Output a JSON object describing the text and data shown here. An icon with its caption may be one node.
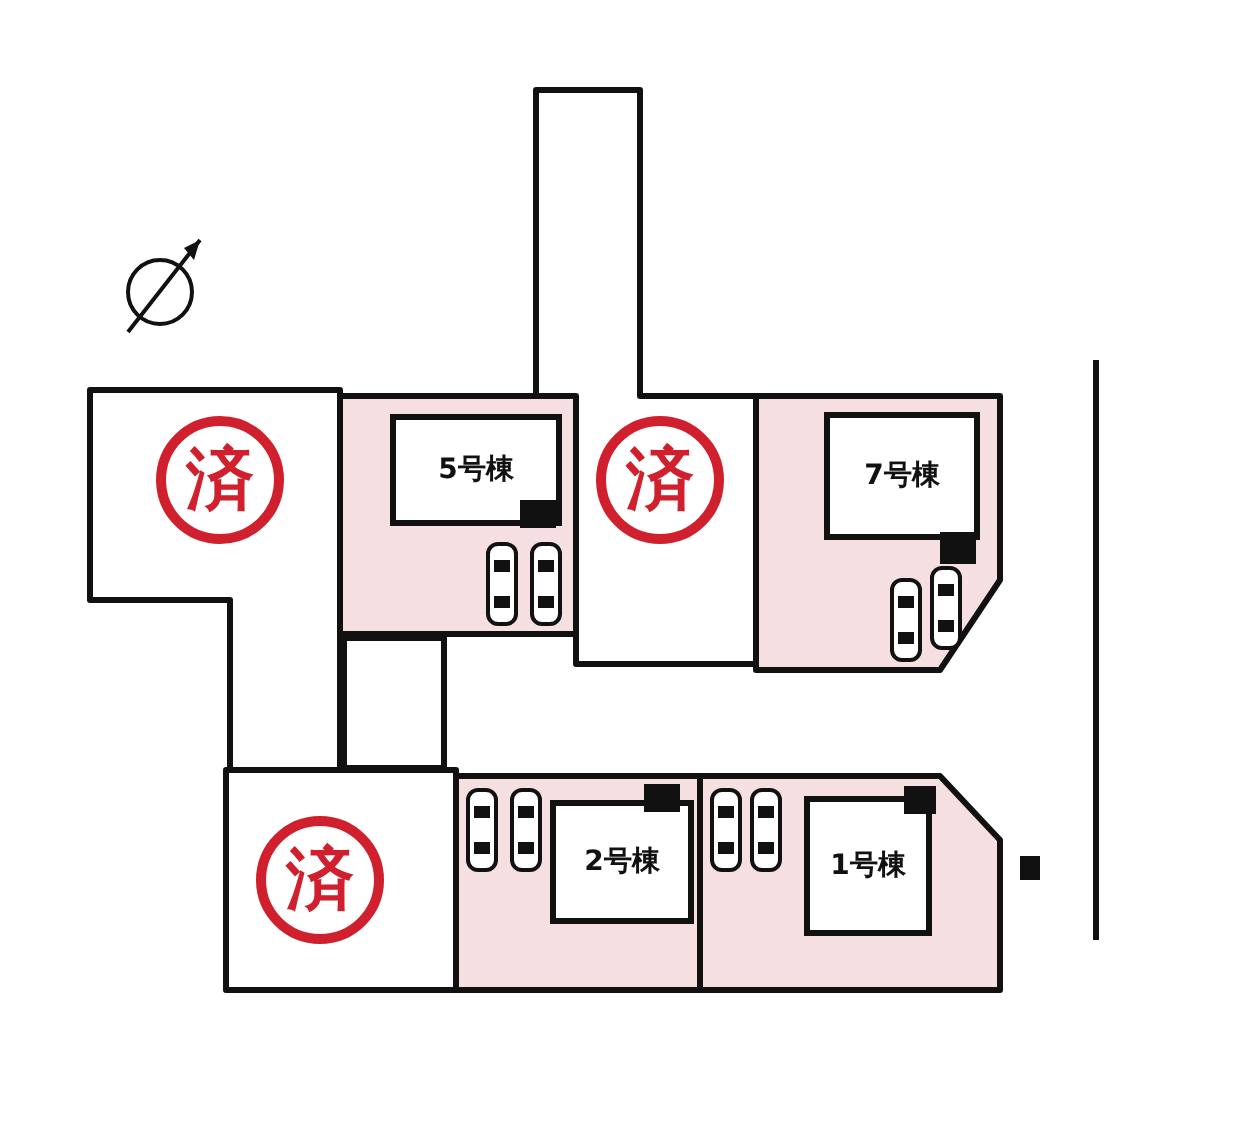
{
  "diagram": {
    "nodes": [
      {
        "text": [],
        "shape": "box"
      },
      {
        "text": [
          "済"
        ],
        "in": 0
      },
      {
        "text": [],
        "shape": "box"
      },
      {
        "text": [
          "5号棟"
        ],
        "in": 2
      },
      {
        "text": [],
        "shape": "box"
      },
      {
        "text": [
          "済"
        ],
        "in": 4
      },
      {
        "text": [],
        "shape": "box"
      },
      {
        "text": [
          "7号棟"
        ],
        "in": 6
      },
      {
        "text": [],
        "shape": "box"
      },
      {
        "text": [],
        "shape": "box"
      },
      {
        "text": [
          "済"
        ],
        "in": 9
      },
      {
        "text": [],
        "shape": "box"
      },
      {
        "text": [
          "2号棟"
        ],
        "in": 11
      },
      {
        "text": [],
        "shape": "box"
      },
      {
        "text": [
          "1号棟"
        ],
        "in": 13
      }
    ]
  }
}
